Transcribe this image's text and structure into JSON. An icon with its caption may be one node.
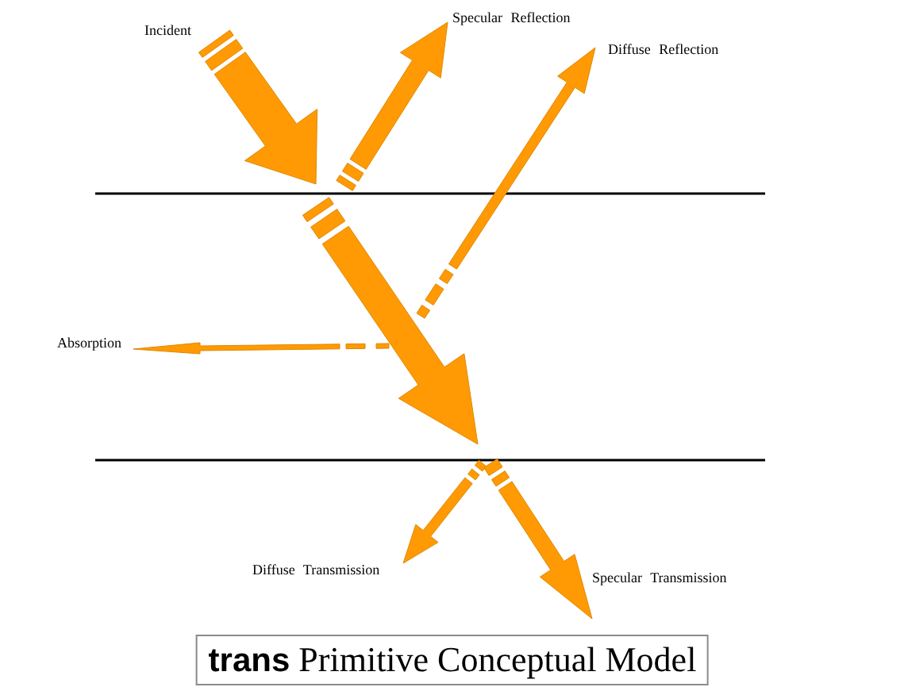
{
  "diagram": {
    "caption": "**trans** Primitive Conceptual Model",
    "labels": [
      "Incident",
      "Specular Reflection",
      "Diffuse Reflection",
      "Absorption",
      "Diffuse Transmission",
      "Specular Transmission"
    ]
  }
}
